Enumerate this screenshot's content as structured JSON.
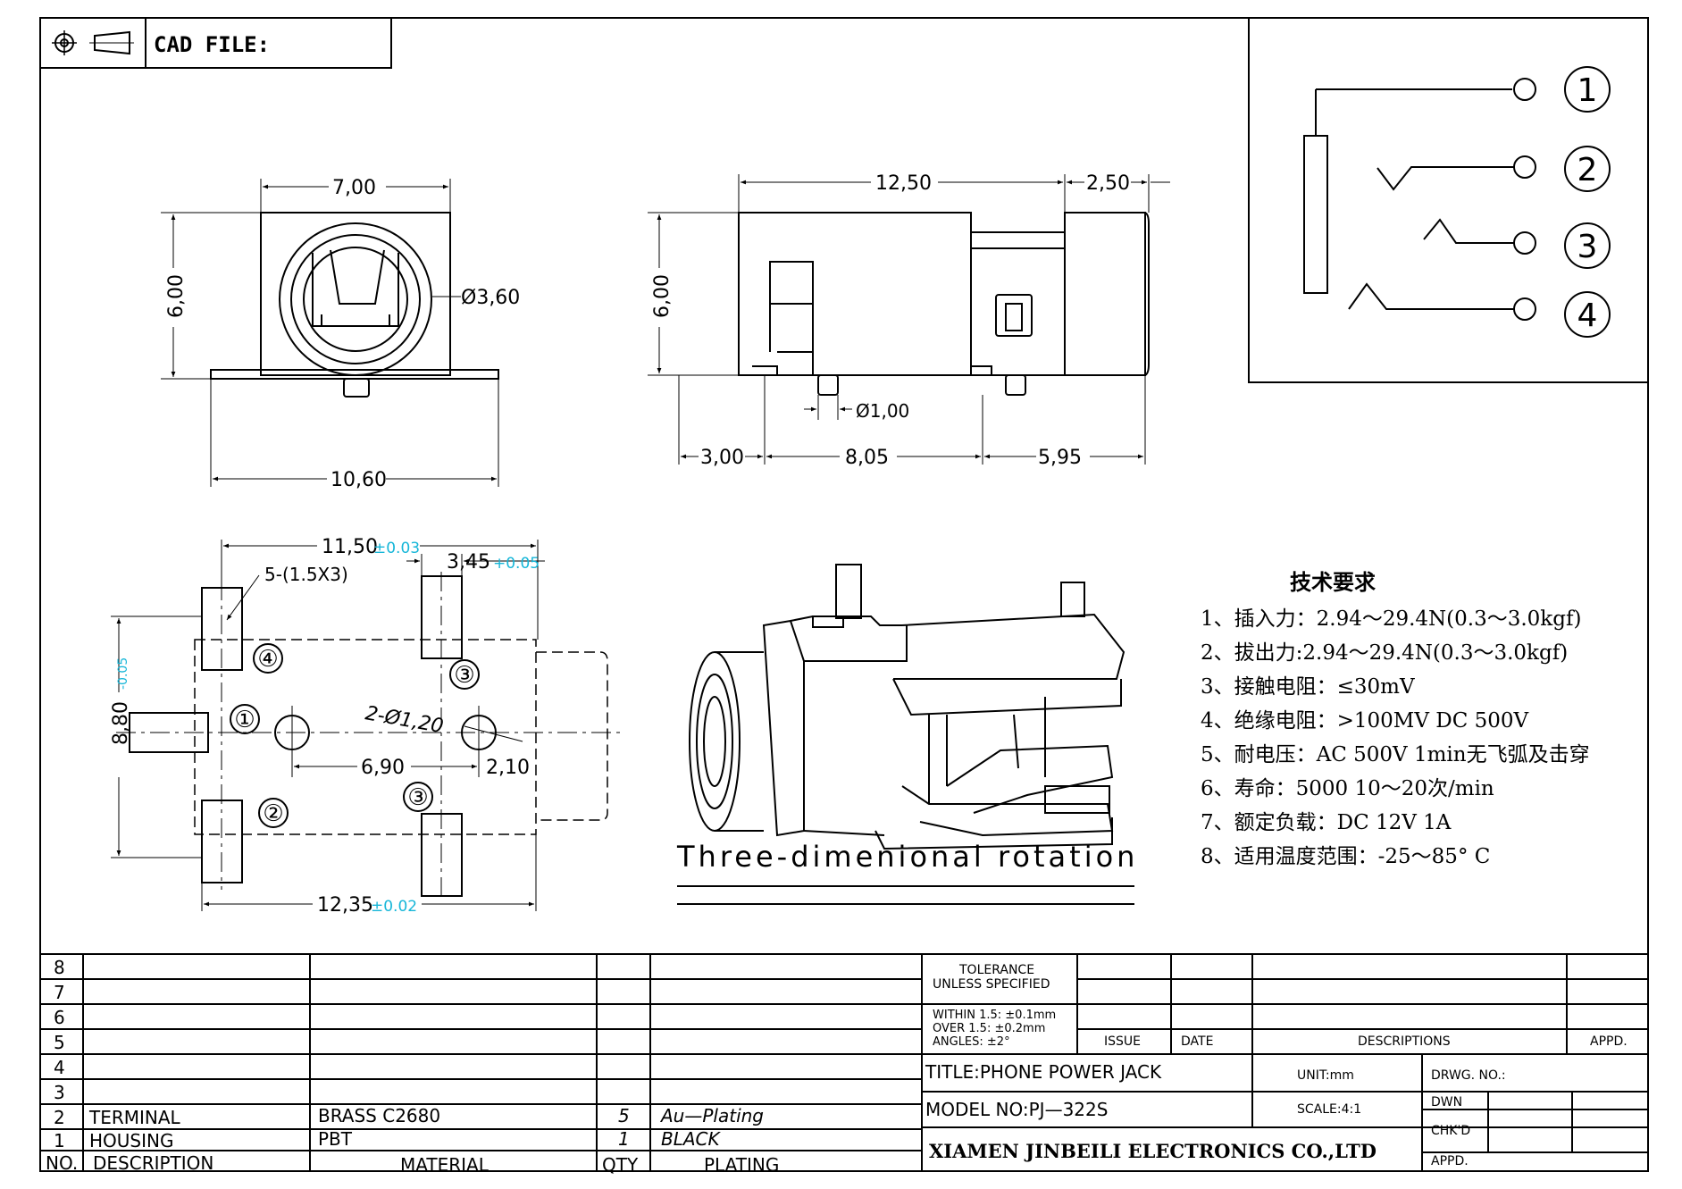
{
  "header": {
    "cad_file_label": "CAD FILE:",
    "icons": [
      "projection-symbol-icon",
      "cone-symbol-icon"
    ]
  },
  "front_view": {
    "width_dim": "7,00",
    "height_dim": "6,00",
    "diameter_dim": "Ø3,60",
    "base_width_dim": "10,60"
  },
  "side_view": {
    "length_dim": "12,50",
    "extension_dim": "2,50",
    "height_dim": "6,00",
    "pin_diameter_dim": "Ø1,00",
    "dim_left": "3,00",
    "dim_middle": "8,05",
    "dim_right": "5,95"
  },
  "footprint": {
    "top_dim": "11,50",
    "top_tol": "±0.03",
    "right_dim": "3,45",
    "right_tol": "+0.05",
    "pad_note": "5-(1.5X3)",
    "height_dim": "8,80",
    "height_tol": "-0.05",
    "holes_note": "2-Ø1,20",
    "hole_spacing": "6,90",
    "hole_offset": "2,10",
    "bottom_dim": "12,35",
    "bottom_tol": "±0.02",
    "pad_labels": [
      "④",
      "③",
      "①",
      "②",
      "③"
    ]
  },
  "schematic": {
    "pins": [
      "1",
      "2",
      "3",
      "4"
    ]
  },
  "rotation_caption": "Three-dimenional rotation",
  "requirements": {
    "title": "技术要求",
    "items": [
      "1、插入力：2.94～29.4N(0.3～3.0kgf)",
      "2、拔出力:2.94～29.4N(0.3～3.0kgf)",
      "3、接触电阻：≤30mV",
      "4、绝缘电阻：>100MV   DC   500V",
      "5、耐电压：AC   500V   1min无飞弧及击穿",
      "6、寿命：5000 10～20次/min",
      "7、额定负载：DC   12V   1A",
      "8、适用温度范围：-25～85° C"
    ]
  },
  "bom": {
    "row_numbers": [
      "8",
      "7",
      "6",
      "5",
      "4",
      "3",
      "2",
      "1"
    ],
    "rows": [
      {
        "no": "2",
        "description": "TERMINAL",
        "material": "BRASS C2680",
        "qty": "5",
        "plating": "Au—Plating"
      },
      {
        "no": "1",
        "description": "HOUSING",
        "material": "PBT",
        "qty": "1",
        "plating": "BLACK"
      }
    ],
    "headers": {
      "no": "NO.",
      "description": "DESCRIPTION",
      "material": "MATERIAL",
      "qty": "QTY",
      "plating": "PLATING"
    }
  },
  "title_block": {
    "tolerance_1": "TOLERANCE",
    "tolerance_2": "UNLESS SPECIFIED",
    "within": "WITHIN 1.5: ±0.1mm",
    "over": "OVER 1.5:  ±0.2mm",
    "angles": "ANGLES: ±2°",
    "issue": "ISSUE",
    "date": "DATE",
    "descriptions": "DESCRIPTIONS",
    "appd_rev": "APPD.",
    "title": "TITLE:PHONE POWER JACK",
    "unit": "UNIT:mm",
    "drwg_no": "DRWG. NO.:",
    "model": "MODEL NO:PJ—322S",
    "scale": "SCALE:4:1",
    "dwn": "DWN",
    "chkd": "CHK'D",
    "appd": "APPD.",
    "company": "XIAMEN JINBEILI ELECTRONICS CO.,LTD"
  }
}
